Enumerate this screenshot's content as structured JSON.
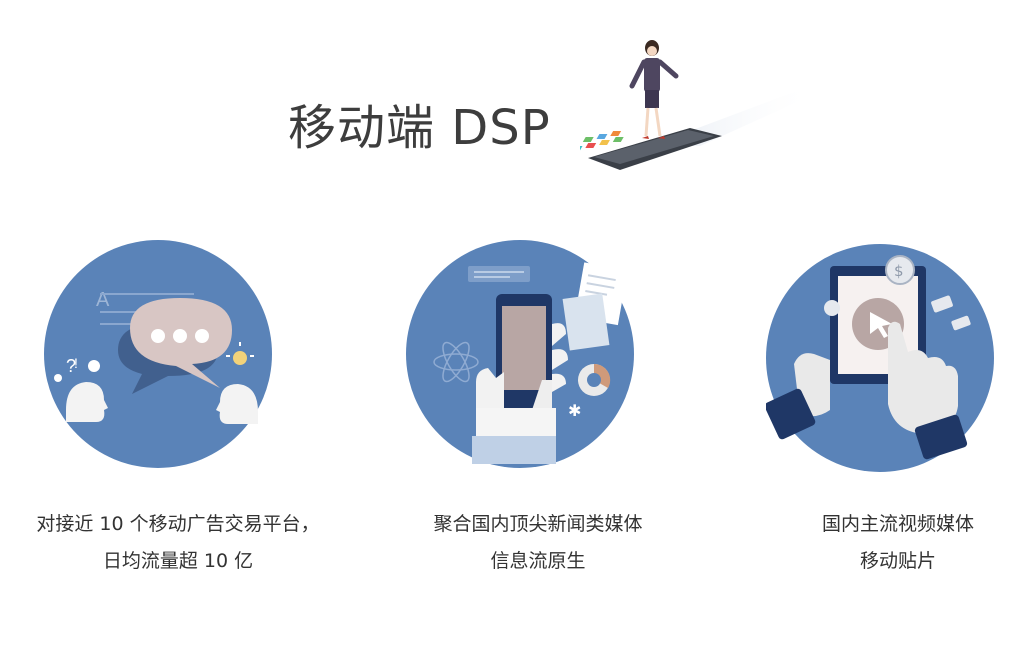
{
  "header": {
    "title": "移动端 DSP"
  },
  "features": [
    {
      "line1": "对接近 10 个移动广告交易平台，",
      "line2": "日均流量超 10 亿"
    },
    {
      "line1": "聚合国内顶尖新闻类媒体",
      "line2": "信息流原生"
    },
    {
      "line1": "国内主流视频媒体",
      "line2": "移动贴片"
    }
  ],
  "colors": {
    "circle": "#5a83b8",
    "text": "#333333",
    "title": "#3d3d3d"
  },
  "icons": [
    "woman-on-phone-illustration",
    "chat-bubbles-icon",
    "hand-holding-phone-icon",
    "hands-tablet-tap-icon"
  ]
}
